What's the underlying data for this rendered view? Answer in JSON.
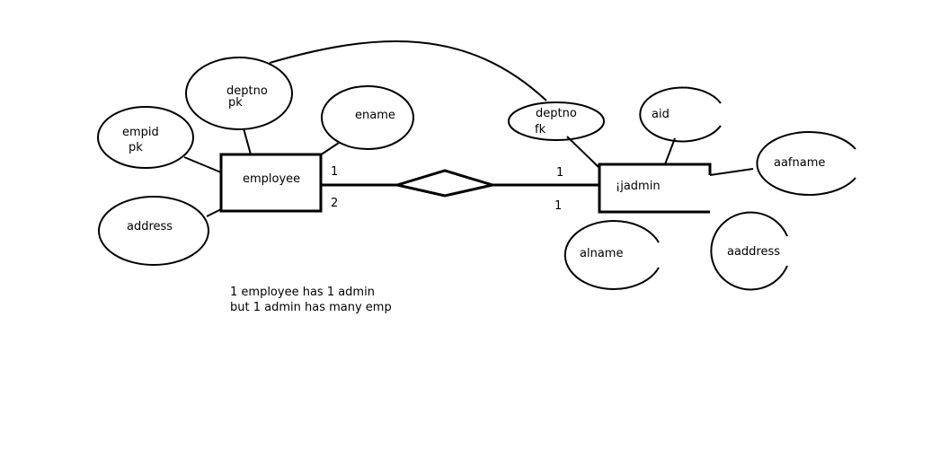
{
  "entities": {
    "employee": "employee",
    "admin": "¡jadmin"
  },
  "attributes": {
    "empid": {
      "name": "empid",
      "key": "pk"
    },
    "deptno_emp": {
      "name": "deptno",
      "key": "pk"
    },
    "ename": {
      "name": "ename"
    },
    "address": {
      "name": "address"
    },
    "deptno_admin": {
      "name": "deptno",
      "key": "fk"
    },
    "aid": {
      "name": "aid"
    },
    "aafname": {
      "name": "aafname"
    },
    "alname": {
      "name": "alname"
    },
    "aaddress": {
      "name": "aaddress"
    }
  },
  "cardinality": {
    "emp_top": "1",
    "emp_bottom": "2",
    "admin_top": "1",
    "admin_bottom": "1"
  },
  "note": {
    "line1": "1 employee has 1 admin",
    "line2": "but 1 admin has many emp"
  },
  "colors": {
    "stroke": "#000000",
    "background": "#ffffff"
  }
}
